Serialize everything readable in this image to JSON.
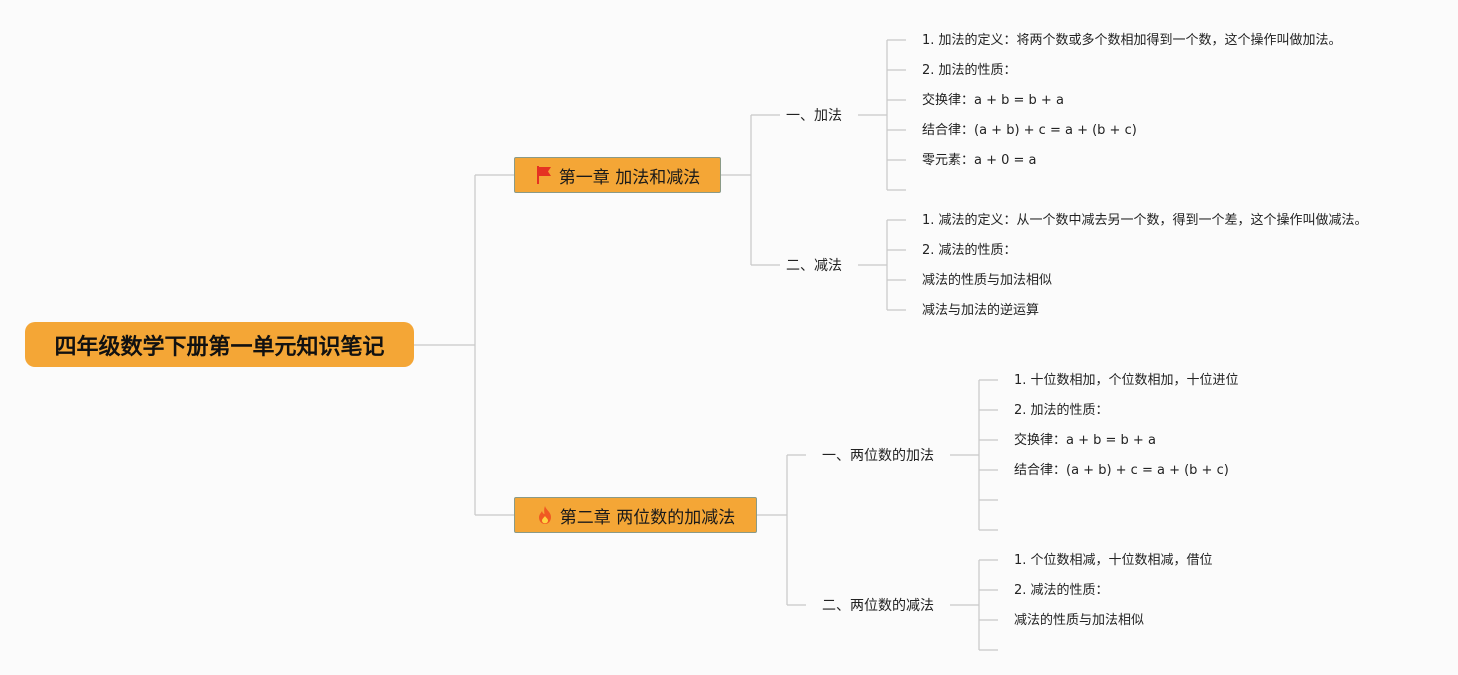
{
  "root": {
    "title": "四年级数学下册第一单元知识笔记"
  },
  "chapters": [
    {
      "title": "第一章 加法和减法",
      "icon": "red-flag-icon",
      "sections": [
        {
          "title": "一、加法",
          "items": [
            "1. 加法的定义：将两个数或多个数相加得到一个数，这个操作叫做加法。",
            "2. 加法的性质：",
            "交换律：a + b = b + a",
            "结合律：(a + b) + c = a + (b + c)",
            "零元素：a + 0 = a",
            ""
          ]
        },
        {
          "title": "二、减法",
          "items": [
            "1. 减法的定义：从一个数中减去另一个数，得到一个差，这个操作叫做减法。",
            "2. 减法的性质：",
            "减法的性质与加法相似",
            "减法与加法的逆运算"
          ]
        }
      ]
    },
    {
      "title": "第二章 两位数的加减法",
      "icon": "fire-icon",
      "sections": [
        {
          "title": "一、两位数的加法",
          "items": [
            "1. 十位数相加，个位数相加，十位进位",
            "2. 加法的性质：",
            "交换律：a + b = b + a",
            "结合律：(a + b) + c = a + (b + c)",
            "",
            ""
          ]
        },
        {
          "title": "二、两位数的减法",
          "items": [
            "1. 个位数相减，十位数相减，借位",
            "2. 减法的性质：",
            "减法的性质与加法相似",
            ""
          ]
        }
      ]
    }
  ],
  "colors": {
    "node_fill": "#f4a636",
    "node_border": "#8a9a87",
    "connector": "#c8c8c8",
    "flag_red": "#e53222",
    "fire_orange": "#f05a22"
  }
}
